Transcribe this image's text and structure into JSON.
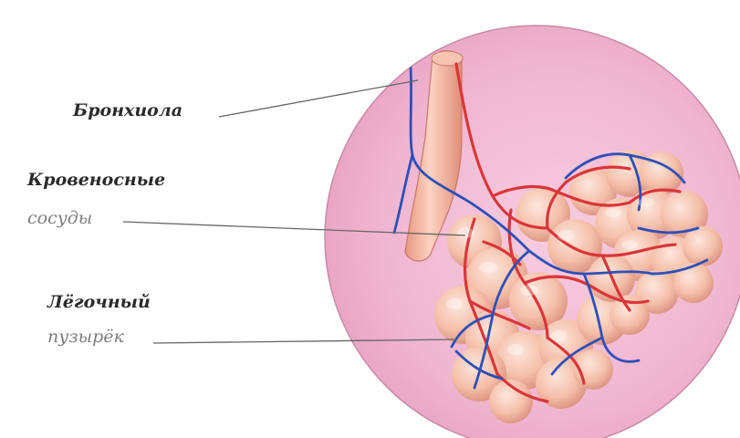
{
  "labels": {
    "bronchiole": "Бронхиола",
    "vessels_line1": "Кровеносные",
    "vessels_line2": "сосуды",
    "alveolus_line1": "Лёгочный",
    "alveolus_line2": "пузырёк"
  },
  "colors": {
    "disc": "#f1b9d3",
    "disc_rim": "#c98aa6",
    "alveolus": "#f6c4b2",
    "artery": "#d9363a",
    "vein": "#2e4fb8",
    "bronchiole": "#f3b39c",
    "leader_line": "#666666"
  }
}
